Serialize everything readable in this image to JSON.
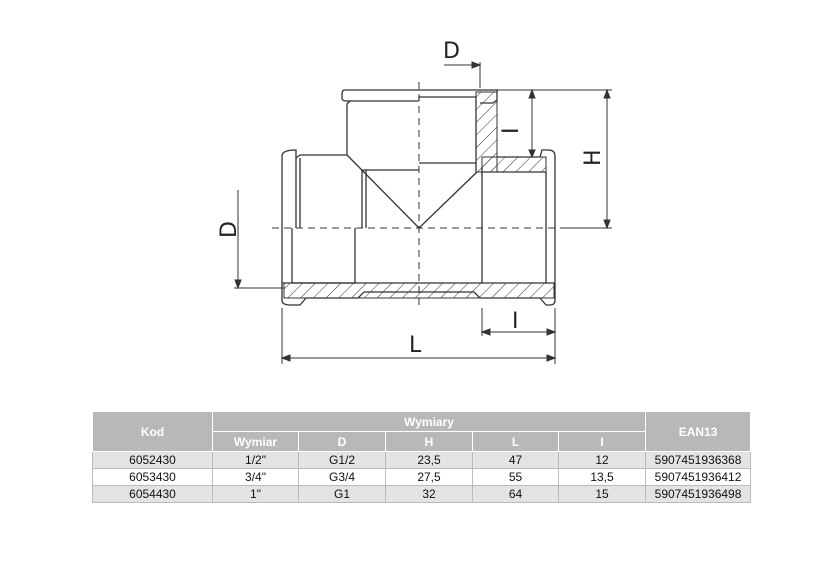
{
  "drawing": {
    "labels": {
      "d_top": "D",
      "d_left": "D",
      "h": "H",
      "i_top": "I",
      "i_bottom": "I",
      "l": "L"
    }
  },
  "table": {
    "headers": {
      "kod": "Kod",
      "group": "Wymiary",
      "ean": "EAN13",
      "sub": [
        "Wymiar",
        "D",
        "H",
        "L",
        "I"
      ]
    },
    "rows": [
      [
        "6052430",
        "1/2\"",
        "G1/2",
        "23,5",
        "47",
        "12",
        "5907451936368"
      ],
      [
        "6053430",
        "3/4\"",
        "G3/4",
        "27,5",
        "55",
        "13,5",
        "5907451936412"
      ],
      [
        "6054430",
        "1\"",
        "G1",
        "32",
        "64",
        "15",
        "5907451936498"
      ]
    ]
  }
}
